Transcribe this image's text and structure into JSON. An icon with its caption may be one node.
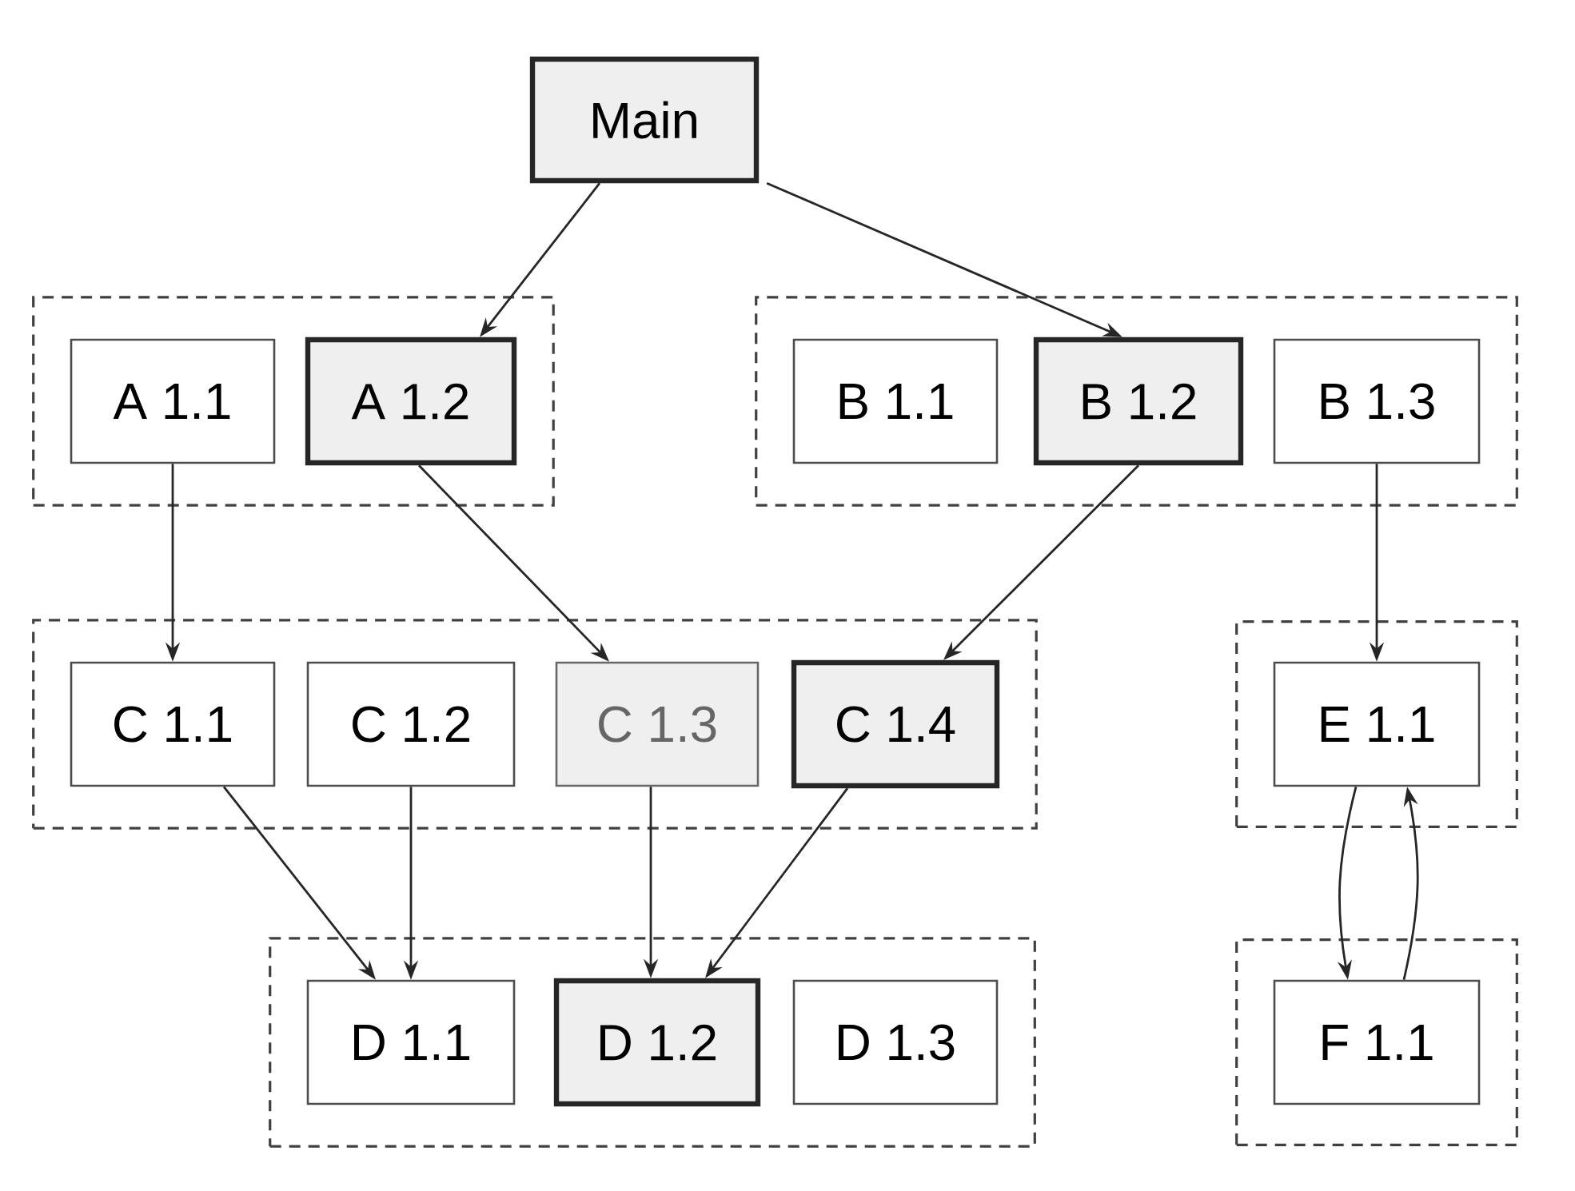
{
  "diagram": {
    "nodes": [
      {
        "text": [
          "Main"
        ]
      },
      {
        "text": [],
        "shape": "box"
      },
      {
        "text": [
          "A 1.1"
        ],
        "in": 1
      },
      {
        "text": [
          "A 1.2"
        ],
        "in": 1
      },
      {
        "text": [],
        "shape": "box"
      },
      {
        "text": [
          "B 1.1"
        ],
        "in": 4
      },
      {
        "text": [
          "B 1.2"
        ],
        "in": 4
      },
      {
        "text": [
          "B 1.3"
        ],
        "in": 4
      },
      {
        "text": [],
        "shape": "box"
      },
      {
        "text": [
          "C 1.1"
        ],
        "in": 8
      },
      {
        "text": [
          "C 1.2"
        ],
        "in": 8
      },
      {
        "text": [
          "C 1.3"
        ],
        "in": 8
      },
      {
        "text": [
          "C 1.4"
        ],
        "in": 8
      },
      {
        "text": [],
        "shape": "box"
      },
      {
        "text": [
          "E 1.1"
        ],
        "in": 13
      },
      {
        "text": [],
        "shape": "box"
      },
      {
        "text": [
          "D 1.1"
        ],
        "in": 15
      },
      {
        "text": [
          "D 1.2"
        ],
        "in": 15
      },
      {
        "text": [
          "D 1.3"
        ],
        "in": 15
      },
      {
        "text": [],
        "shape": "box"
      },
      {
        "text": [
          "F 1.1"
        ],
        "in": 19
      }
    ],
    "edges": [
      {
        "from": 0,
        "to": 3,
        "arrow": "to"
      },
      {
        "from": 0,
        "to": 6,
        "arrow": "to"
      },
      {
        "from": 2,
        "to": 9,
        "arrow": "to"
      },
      {
        "from": 3,
        "to": 11,
        "arrow": "to"
      },
      {
        "from": 6,
        "to": 12,
        "arrow": "to"
      },
      {
        "from": 7,
        "to": 14,
        "arrow": "to"
      },
      {
        "from": 9,
        "to": 16,
        "arrow": "to"
      },
      {
        "from": 10,
        "to": 16,
        "arrow": "to"
      },
      {
        "from": 11,
        "to": 17,
        "arrow": "to"
      },
      {
        "from": 12,
        "to": 17,
        "arrow": "to"
      },
      {
        "from": 14,
        "to": 20,
        "arrow": "to"
      },
      {
        "from": 20,
        "to": 14,
        "arrow": "to"
      }
    ]
  }
}
